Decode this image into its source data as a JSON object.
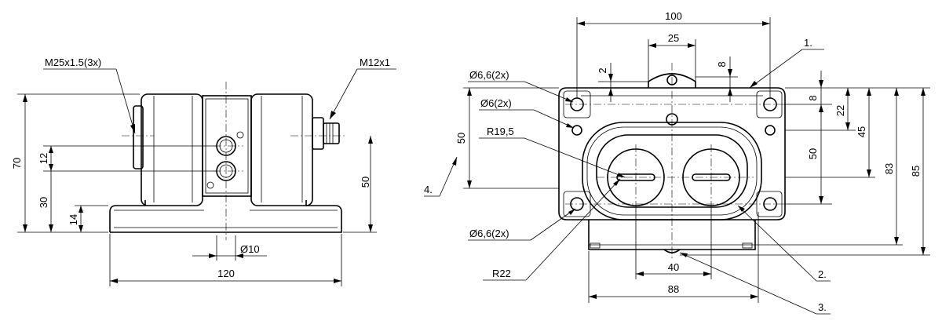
{
  "left_view": {
    "labels": {
      "thread_m25": "M25x1.5(3x)",
      "thread_m12": "M12x1",
      "dia_10": "Ø10"
    },
    "dims": {
      "height_70": "70",
      "dim_12": "12",
      "dim_30": "30",
      "dim_14": "14",
      "dim_50": "50",
      "width_120": "120"
    }
  },
  "right_view": {
    "labels": {
      "hole_66_top": "Ø6,6(2x)",
      "hole_6": "Ø6(2x)",
      "radius_19_5": "R19,5",
      "hole_66_bottom": "Ø6,6(2x)",
      "radius_22": "R22"
    },
    "dims": {
      "width_100": "100",
      "width_25": "25",
      "dim_2": "2",
      "dim_8_top": "8",
      "dim_8_right": "8",
      "dim_22": "22",
      "dim_45": "45",
      "dim_50_left": "50",
      "dim_50_right": "50",
      "dim_83": "83",
      "dim_85": "85",
      "width_40": "40",
      "width_88": "88"
    },
    "callouts": {
      "c1": "1.",
      "c2": "2.",
      "c3": "3.",
      "c4": "4."
    }
  }
}
